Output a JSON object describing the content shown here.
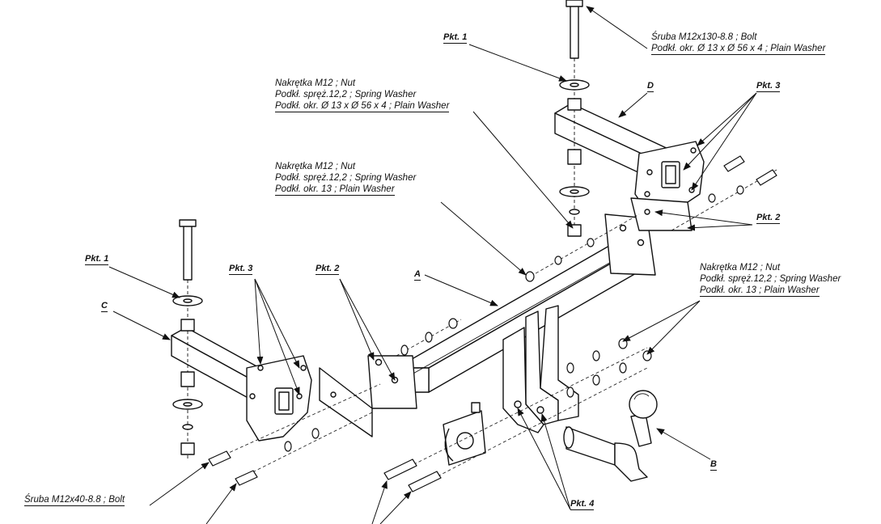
{
  "labels": {
    "bolt_top_1": "Śruba M12x130-8.8 ;  Bolt",
    "bolt_top_2": "Podkł. okr. Ø 13 x Ø 56 x 4 ; Plain Washer",
    "pkt1_top": "Pkt. 1",
    "pkt1_left": "Pkt. 1",
    "pkt2_left": "Pkt. 2",
    "pkt2_right": "Pkt. 2",
    "pkt3_left": "Pkt. 3",
    "pkt3_right": "Pkt. 3",
    "pkt4": "Pkt. 4",
    "letter_a": "A",
    "letter_b": "B",
    "letter_c": "C",
    "letter_d": "D",
    "nut_group1_1": "Nakrętka  M12 ; Nut",
    "nut_group1_2": "Podkł. spręż.12,2 ; Spring Washer",
    "nut_group1_3": "Podkł. okr.  Ø 13 x  Ø 56 x 4 ; Plain Washer",
    "nut_group2_1": "Nakrętka  M12 ; Nut",
    "nut_group2_2": "Podkł. spręż.12,2 ; Spring Washer",
    "nut_group2_3": "Podkł. okr. 13 ; Plain Washer",
    "nut_group3_1": "Nakrętka  M12 ; Nut",
    "nut_group3_2": "Podkł. spręż.12,2 ; Spring Washer",
    "nut_group3_3": "Podkł. okr. 13 ; Plain Washer",
    "bolt_bottom": "Śruba M12x40-8.8 ;  Bolt"
  }
}
